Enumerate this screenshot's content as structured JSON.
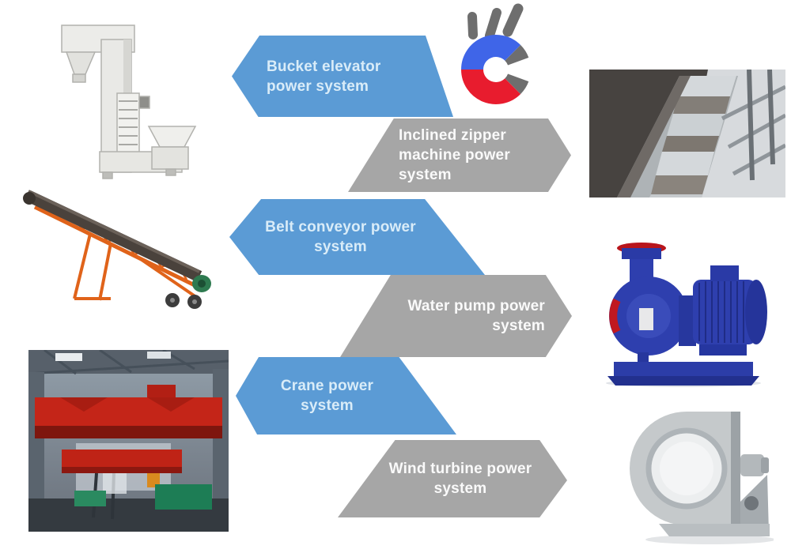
{
  "page": {
    "background": "#ffffff"
  },
  "colors": {
    "banner_blue": "#5b9bd5",
    "banner_gray": "#a6a6a6",
    "banner_blue_text": "#d9ecf8",
    "banner_gray_text": "#fafafa",
    "magnet_blue": "#3f65e8",
    "magnet_red": "#e81c2e",
    "magnet_gray": "#6e6e6e"
  },
  "logo": {
    "name": "magnet-logo"
  },
  "banners": [
    {
      "label": "Bucket elevator power system",
      "lines": [
        "Bucket elevator",
        "power system"
      ],
      "color": "blue",
      "direction": "left"
    },
    {
      "label": "Inclined zipper machine power system",
      "lines": [
        "Inclined zipper",
        "machine power",
        "system"
      ],
      "color": "gray",
      "direction": "right"
    },
    {
      "label": "Belt conveyor power system",
      "lines": [
        "Belt conveyor power",
        "system"
      ],
      "color": "blue",
      "direction": "left"
    },
    {
      "label": "Water pump power system",
      "lines": [
        "Water pump power",
        "system"
      ],
      "color": "gray",
      "direction": "right"
    },
    {
      "label": "Crane power system",
      "lines": [
        "Crane power",
        "system"
      ],
      "color": "blue",
      "direction": "left"
    },
    {
      "label": "Wind turbine power system",
      "lines": [
        "Wind turbine power",
        "system"
      ],
      "color": "gray",
      "direction": "right"
    }
  ],
  "images": [
    {
      "name": "bucket-elevator-photo"
    },
    {
      "name": "inclined-zipper-photo"
    },
    {
      "name": "belt-conveyor-photo"
    },
    {
      "name": "water-pump-photo"
    },
    {
      "name": "crane-photo"
    },
    {
      "name": "wind-turbine-photo"
    }
  ]
}
